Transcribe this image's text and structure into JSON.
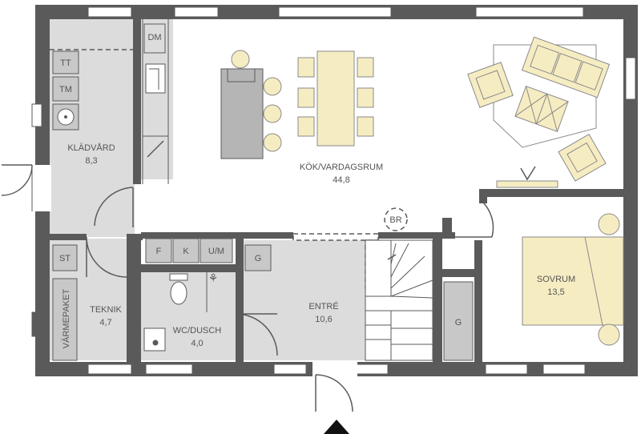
{
  "colors": {
    "wall": "#5a5a5a",
    "floor_wet": "#dcdcdc",
    "appliance": "#b5b5b5",
    "furniture": "#f6ecc2",
    "furniture_stroke": "#8a8a8a",
    "window": "#ffffff"
  },
  "rooms": {
    "kladvard": {
      "name": "KLÄDVÅRD",
      "area": "8,3"
    },
    "kok": {
      "name": "KÖK/VARDAGSRUM",
      "area": "44,8"
    },
    "sovrum": {
      "name": "SOVRUM",
      "area": "13,5"
    },
    "teknik": {
      "name": "TEKNIK",
      "area": "4,7"
    },
    "wc": {
      "name": "WC/DUSCH",
      "area": "4,0"
    },
    "entre": {
      "name": "ENTRÉ",
      "area": "10,6"
    }
  },
  "appliances": {
    "tt": "TT",
    "tm": "TM",
    "dm": "DM",
    "st": "ST",
    "f": "F",
    "k": "K",
    "um": "U/M",
    "g_entre": "G",
    "g_sovrum": "G",
    "varmepaket": "VÄRMEPAKET",
    "br": "BR"
  },
  "icons": {
    "north_marker": "triangle-up-icon"
  }
}
